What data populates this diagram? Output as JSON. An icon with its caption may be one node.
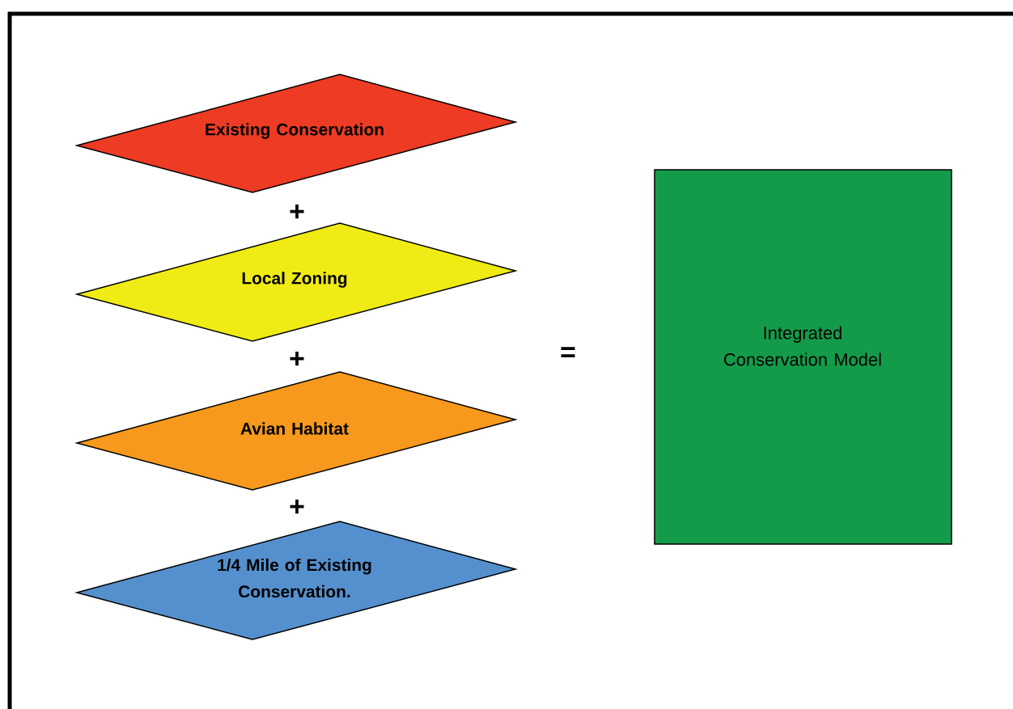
{
  "diagram": {
    "nodes": [
      {
        "text": [
          "Existing Conservation"
        ]
      },
      {
        "text": [
          "Local Zoning"
        ]
      },
      {
        "text": [
          "Avian Habitat"
        ]
      },
      {
        "text": [
          "1/4 Mile of Existing Conservation."
        ]
      },
      {
        "text": [
          "Integrated Conservation Model"
        ]
      }
    ],
    "labels": [
      "+",
      "+",
      "+",
      "="
    ]
  }
}
